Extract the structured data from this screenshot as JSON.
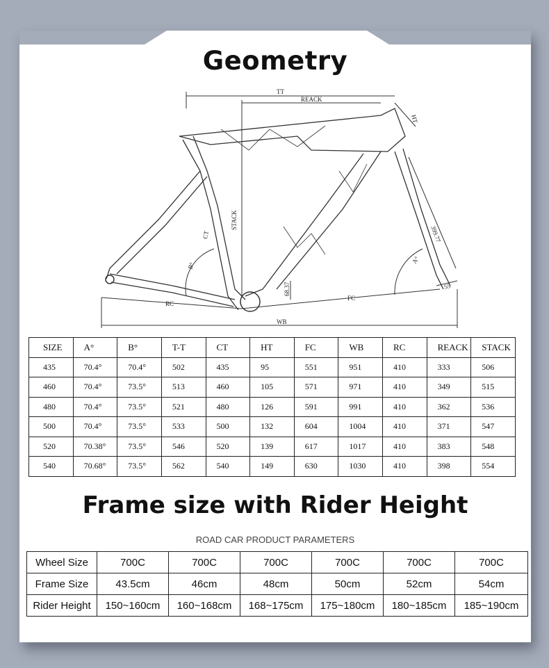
{
  "heading": "Geometry",
  "diagram_labels": {
    "tt": "TT",
    "reack": "REACK",
    "ht": "HT",
    "stack": "STACK",
    "ct": "CT",
    "fork": "399.77",
    "b_angle": "B°",
    "a_angle": "A°",
    "bb_drop": "68.37",
    "offset": "55",
    "rc": "RC",
    "fc": "FC",
    "wb": "WB"
  },
  "geometry_table": {
    "headers": [
      "SIZE",
      "A°",
      "B°",
      "T-T",
      "CT",
      "HT",
      "FC",
      "WB",
      "RC",
      "REACK",
      "STACK"
    ],
    "rows": [
      [
        "435",
        "70.4°",
        "70.4°",
        "502",
        "435",
        "95",
        "551",
        "951",
        "410",
        "333",
        "506"
      ],
      [
        "460",
        "70.4°",
        "73.5°",
        "513",
        "460",
        "105",
        "571",
        "971",
        "410",
        "349",
        "515"
      ],
      [
        "480",
        "70.4°",
        "73.5°",
        "521",
        "480",
        "126",
        "591",
        "991",
        "410",
        "362",
        "536"
      ],
      [
        "500",
        "70.4°",
        "73.5°",
        "533",
        "500",
        "132",
        "604",
        "1004",
        "410",
        "371",
        "547"
      ],
      [
        "520",
        "70.38°",
        "73.5°",
        "546",
        "520",
        "139",
        "617",
        "1017",
        "410",
        "383",
        "548"
      ],
      [
        "540",
        "70.68°",
        "73.5°",
        "562",
        "540",
        "149",
        "630",
        "1030",
        "410",
        "398",
        "554"
      ]
    ]
  },
  "section2_title": "Frame size with Rider Height",
  "section2_subtitle": "ROAD CAR PRODUCT PARAMETERS",
  "rider_table": {
    "rows": [
      [
        "Wheel Size",
        "700C",
        "700C",
        "700C",
        "700C",
        "700C",
        "700C"
      ],
      [
        "Frame Size",
        "43.5cm",
        "46cm",
        "48cm",
        "50cm",
        "52cm",
        "54cm"
      ],
      [
        "Rider Height",
        "150~160cm",
        "160~168cm",
        "168~175cm",
        "175~180cm",
        "180~185cm",
        "185~190cm"
      ]
    ]
  }
}
